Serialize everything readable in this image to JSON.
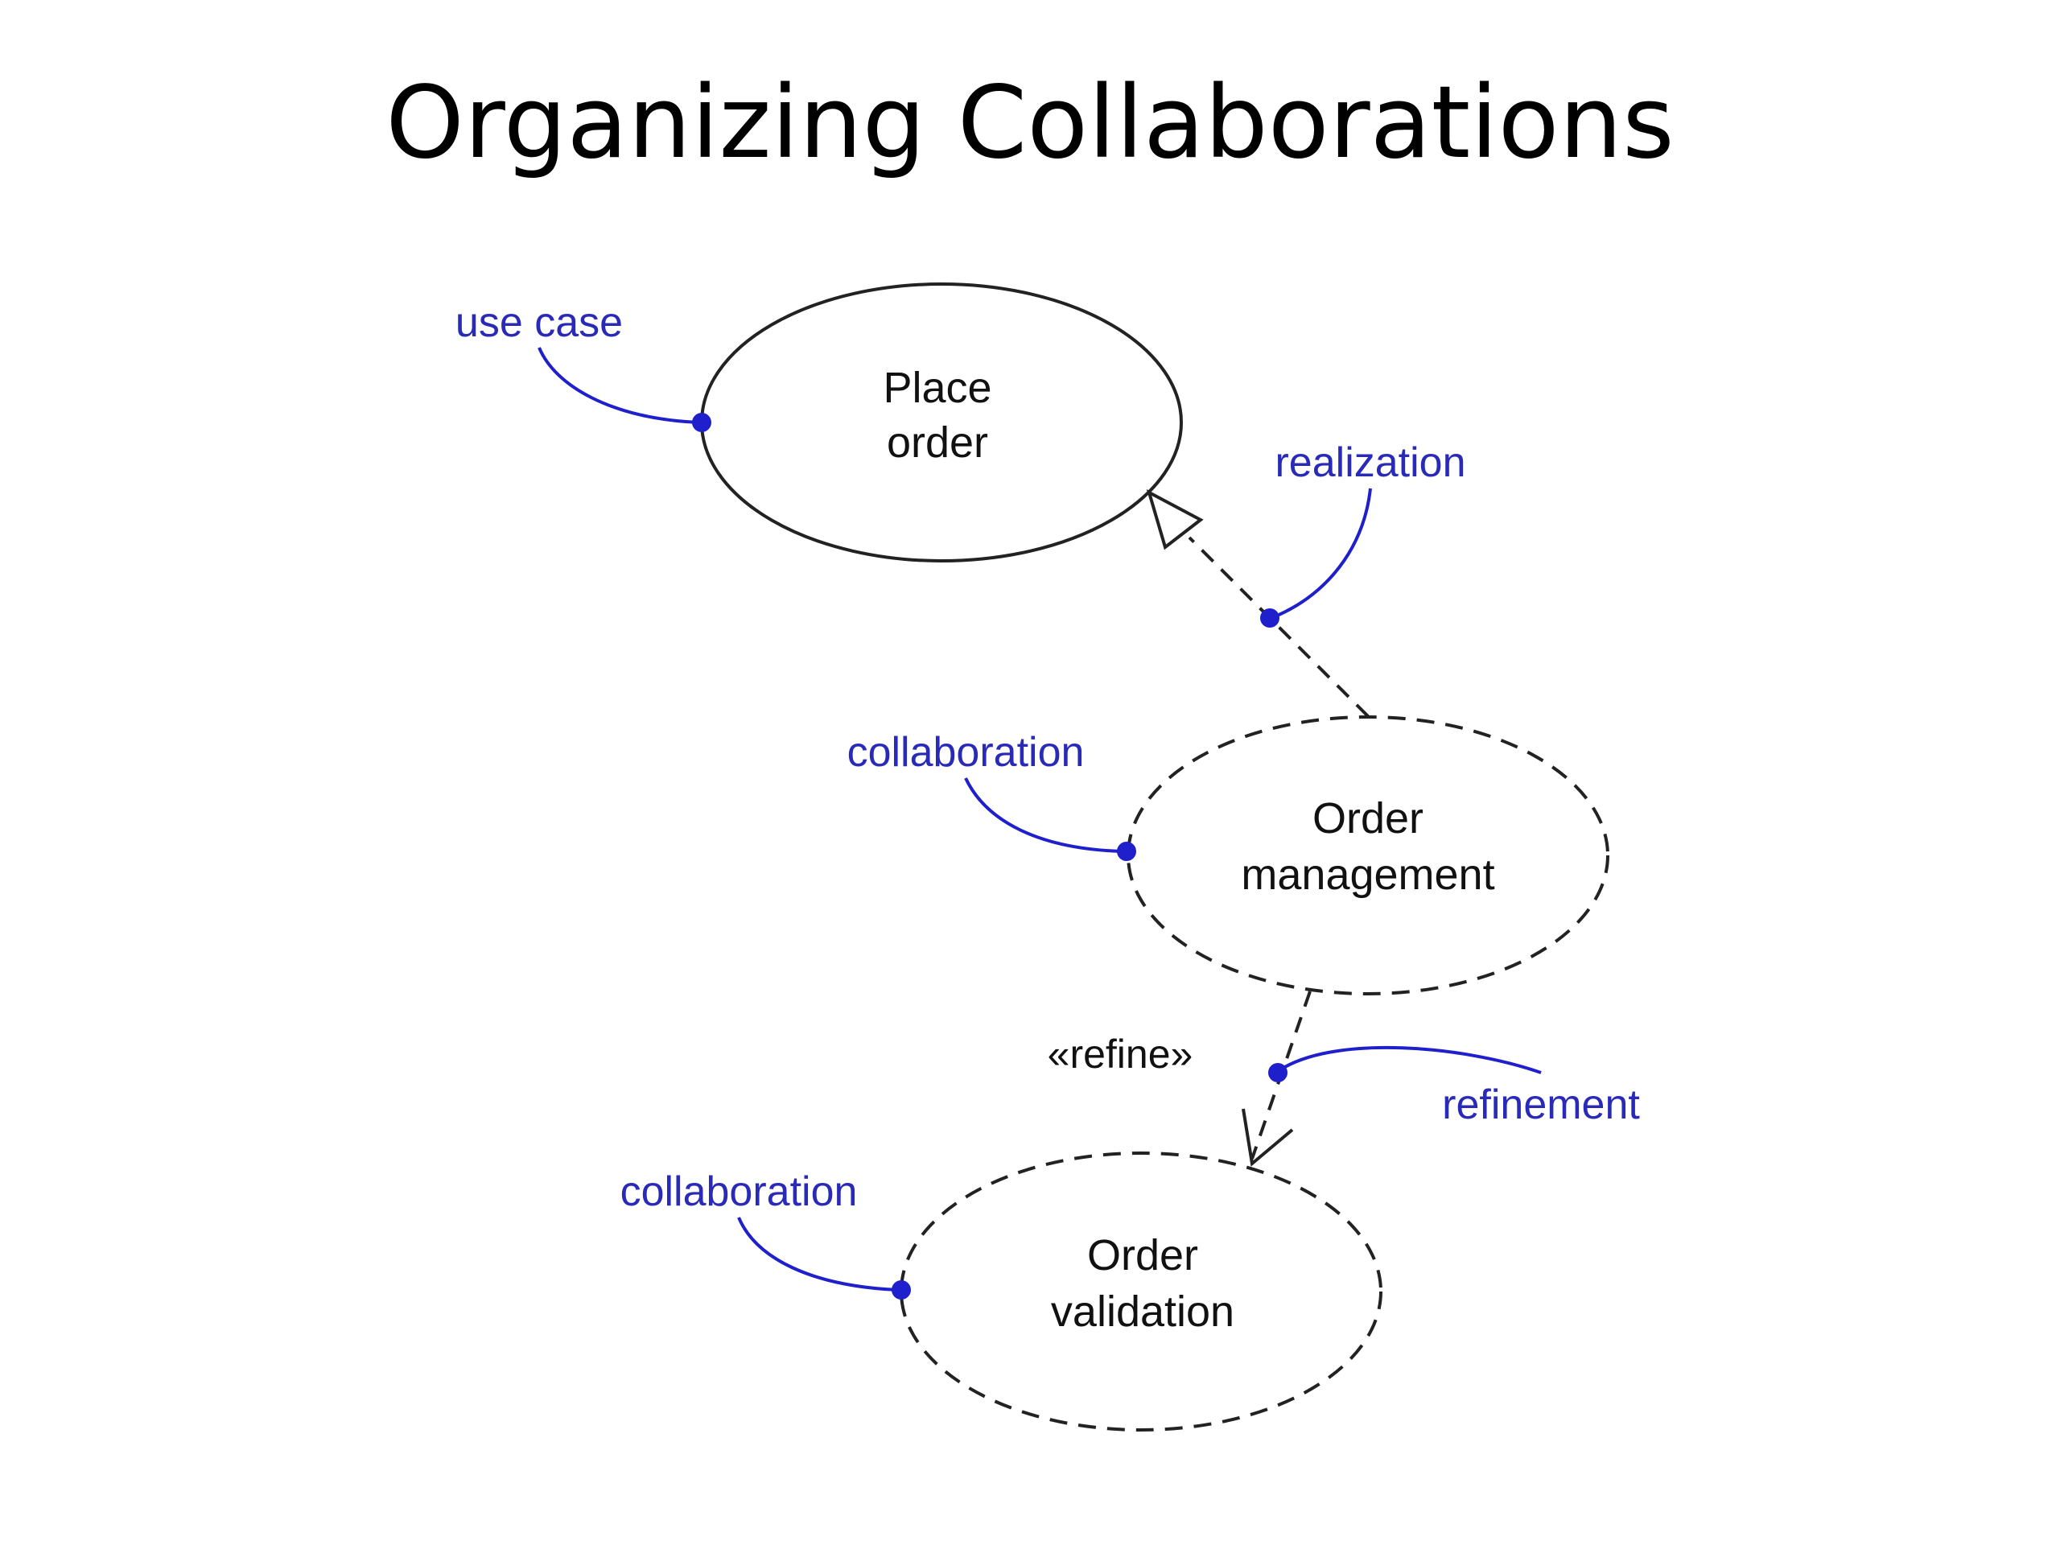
{
  "title": "Organizing Collaborations",
  "nodes": {
    "use_case": {
      "line1": "Place",
      "line2": "order"
    },
    "collab_management": {
      "line1": "Order",
      "line2": "management"
    },
    "collab_validation": {
      "line1": "Order",
      "line2": "validation"
    }
  },
  "notes": {
    "use_case": "use case",
    "realization": "realization",
    "collaboration_1": "collaboration",
    "refinement": "refinement",
    "collaboration_2": "collaboration"
  },
  "stereotype": "«refine»",
  "colors": {
    "note": "#2a2ab8",
    "note_line": "#1f1fcc",
    "line": "#222222"
  }
}
